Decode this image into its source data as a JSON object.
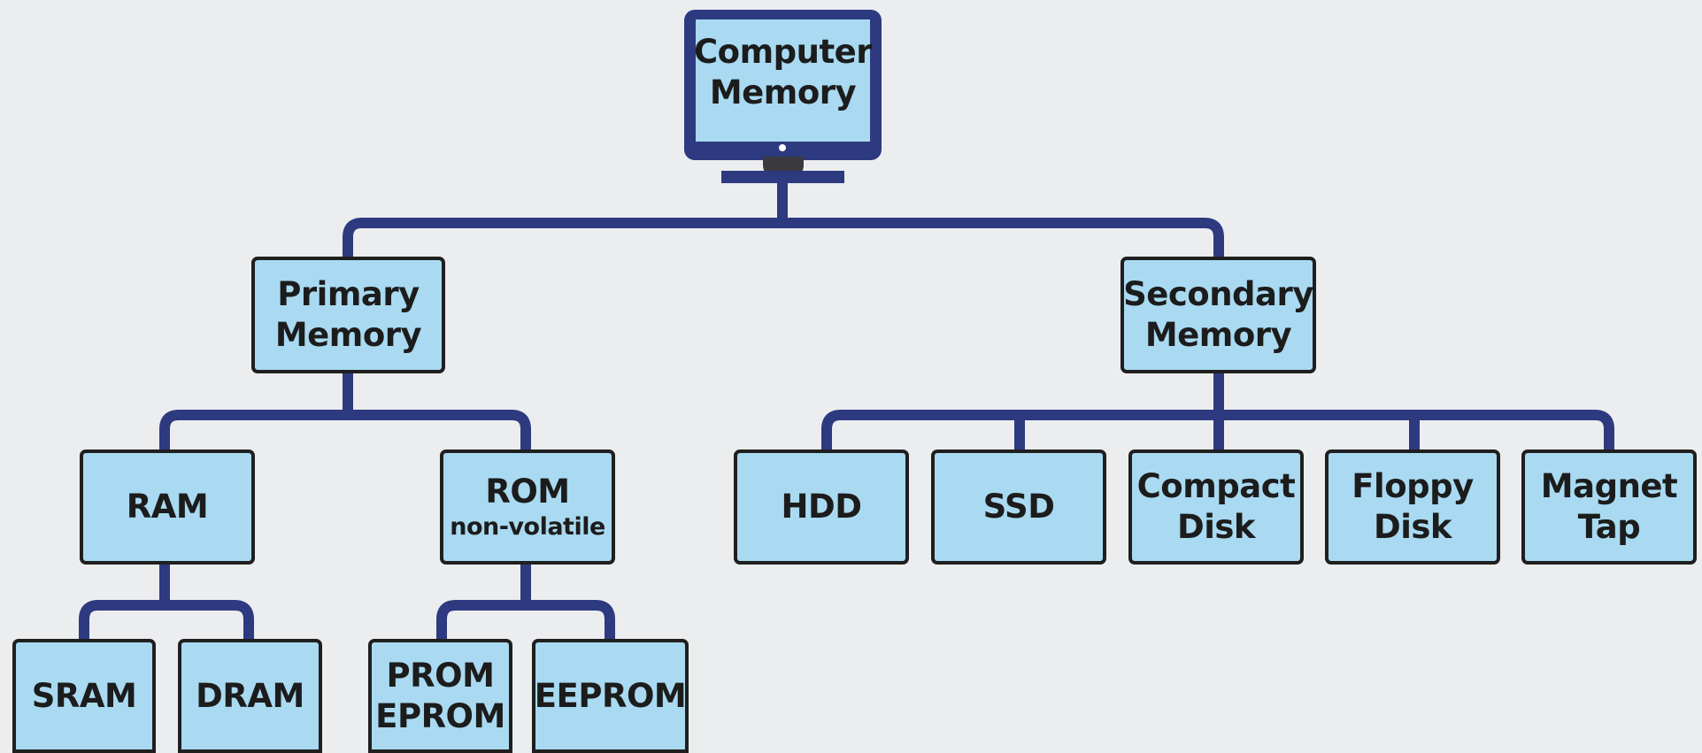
{
  "diagram": {
    "root": {
      "lines": [
        "Computer",
        "Memory"
      ]
    },
    "primary": {
      "lines": [
        "Primary",
        "Memory"
      ]
    },
    "secondary": {
      "lines": [
        "Secondary",
        "Memory"
      ]
    },
    "ram": {
      "lines": [
        "RAM"
      ]
    },
    "rom": {
      "lines": [
        "ROM"
      ],
      "sub": "non-volatile"
    },
    "sram": {
      "lines": [
        "SRAM"
      ]
    },
    "dram": {
      "lines": [
        "DRAM"
      ]
    },
    "prom": {
      "lines": [
        "PROM",
        "EPROM"
      ]
    },
    "eeprom": {
      "lines": [
        "EEPROM"
      ]
    },
    "hdd": {
      "lines": [
        "HDD"
      ]
    },
    "ssd": {
      "lines": [
        "SSD"
      ]
    },
    "compact_disk": {
      "lines": [
        "Compact",
        "Disk"
      ]
    },
    "floppy_disk": {
      "lines": [
        "Floppy",
        "Disk"
      ]
    },
    "magnet_tap": {
      "lines": [
        "Magnet",
        "Tap"
      ]
    }
  },
  "colors": {
    "background": "#ecedef",
    "node_fill": "#a9daf1",
    "node_border": "#1f1f1f",
    "connector": "#2e3a80"
  }
}
